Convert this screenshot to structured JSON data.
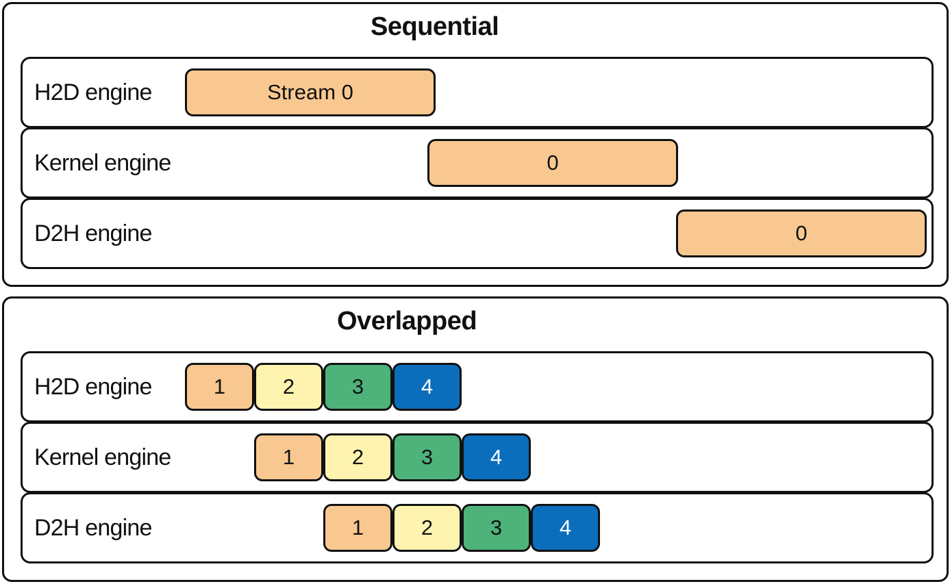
{
  "panels": {
    "sequential": {
      "title": "Sequential",
      "lanes": [
        {
          "label": "H2D engine",
          "blocks": [
            {
              "label": "Stream 0",
              "start": 0,
              "duration": 3.6
            }
          ]
        },
        {
          "label": "Kernel engine",
          "blocks": [
            {
              "label": "0",
              "start": 3.5,
              "duration": 3.6
            }
          ]
        },
        {
          "label": "D2H engine",
          "blocks": [
            {
              "label": "0",
              "start": 7.1,
              "duration": 3.6
            }
          ]
        }
      ]
    },
    "overlapped": {
      "title": "Overlapped",
      "lanes": [
        {
          "label": "H2D engine",
          "blocks": [
            {
              "label": "1",
              "start": 0,
              "duration": 1
            },
            {
              "label": "2",
              "start": 1,
              "duration": 1
            },
            {
              "label": "3",
              "start": 2,
              "duration": 1
            },
            {
              "label": "4",
              "start": 3,
              "duration": 1
            }
          ]
        },
        {
          "label": "Kernel engine",
          "blocks": [
            {
              "label": "1",
              "start": 1,
              "duration": 1
            },
            {
              "label": "2",
              "start": 2,
              "duration": 1
            },
            {
              "label": "3",
              "start": 3,
              "duration": 1
            },
            {
              "label": "4",
              "start": 4,
              "duration": 1
            }
          ]
        },
        {
          "label": "D2H engine",
          "blocks": [
            {
              "label": "1",
              "start": 2,
              "duration": 1
            },
            {
              "label": "2",
              "start": 3,
              "duration": 1
            },
            {
              "label": "3",
              "start": 4,
              "duration": 1
            },
            {
              "label": "4",
              "start": 5,
              "duration": 1
            }
          ]
        }
      ]
    }
  },
  "colors": {
    "stream_1": "#f8c890",
    "stream_2": "#fff3b0",
    "stream_3": "#4db37a",
    "stream_4": "#0a6ebd",
    "stream_0": "#f8c890",
    "text_light": "#ffffff",
    "text_dark": "#111111",
    "border": "#111111"
  }
}
